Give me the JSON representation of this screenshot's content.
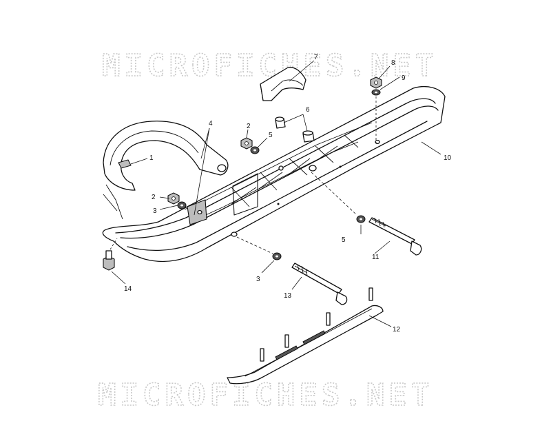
{
  "watermark": {
    "text": "MICROFICHES.NET"
  },
  "callouts": [
    {
      "id": "c1",
      "label": "1"
    },
    {
      "id": "c2a",
      "label": "2"
    },
    {
      "id": "c2b",
      "label": "2"
    },
    {
      "id": "c3a",
      "label": "3"
    },
    {
      "id": "c3b",
      "label": "3"
    },
    {
      "id": "c4",
      "label": "4"
    },
    {
      "id": "c5a",
      "label": "5"
    },
    {
      "id": "c5b",
      "label": "5"
    },
    {
      "id": "c6",
      "label": "6"
    },
    {
      "id": "c7",
      "label": "7"
    },
    {
      "id": "c8",
      "label": "8"
    },
    {
      "id": "c9",
      "label": "9"
    },
    {
      "id": "c10",
      "label": "10"
    },
    {
      "id": "c11",
      "label": "11"
    },
    {
      "id": "c12",
      "label": "12"
    },
    {
      "id": "c13",
      "label": "13"
    },
    {
      "id": "c14",
      "label": "14"
    }
  ]
}
